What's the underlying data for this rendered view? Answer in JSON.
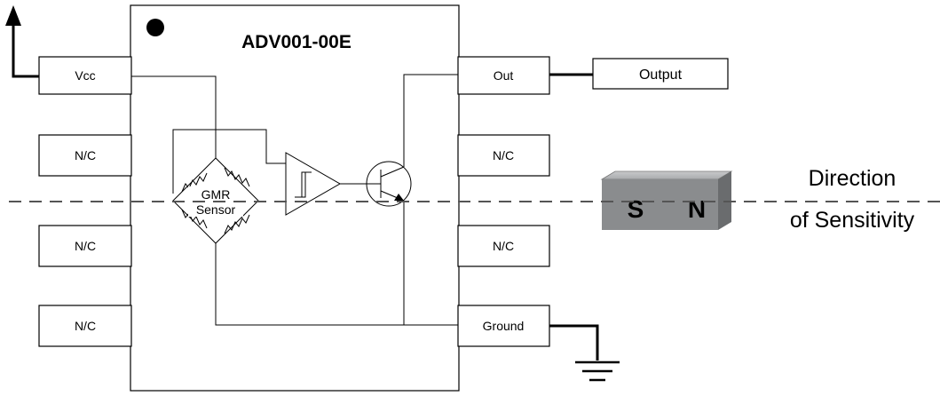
{
  "chip": {
    "part_number": "ADV001-00E",
    "left_pins": [
      "Vcc",
      "N/C",
      "N/C",
      "N/C"
    ],
    "right_pins": [
      "Out",
      "N/C",
      "N/C",
      "Ground"
    ]
  },
  "sensor": {
    "line1": "GMR",
    "line2": "Sensor"
  },
  "output_box": {
    "label": "Output"
  },
  "magnet": {
    "south": "S",
    "north": "N",
    "color": "#8a8c8e"
  },
  "direction": {
    "line1": "Direction",
    "line2": "of Sensitivity"
  }
}
